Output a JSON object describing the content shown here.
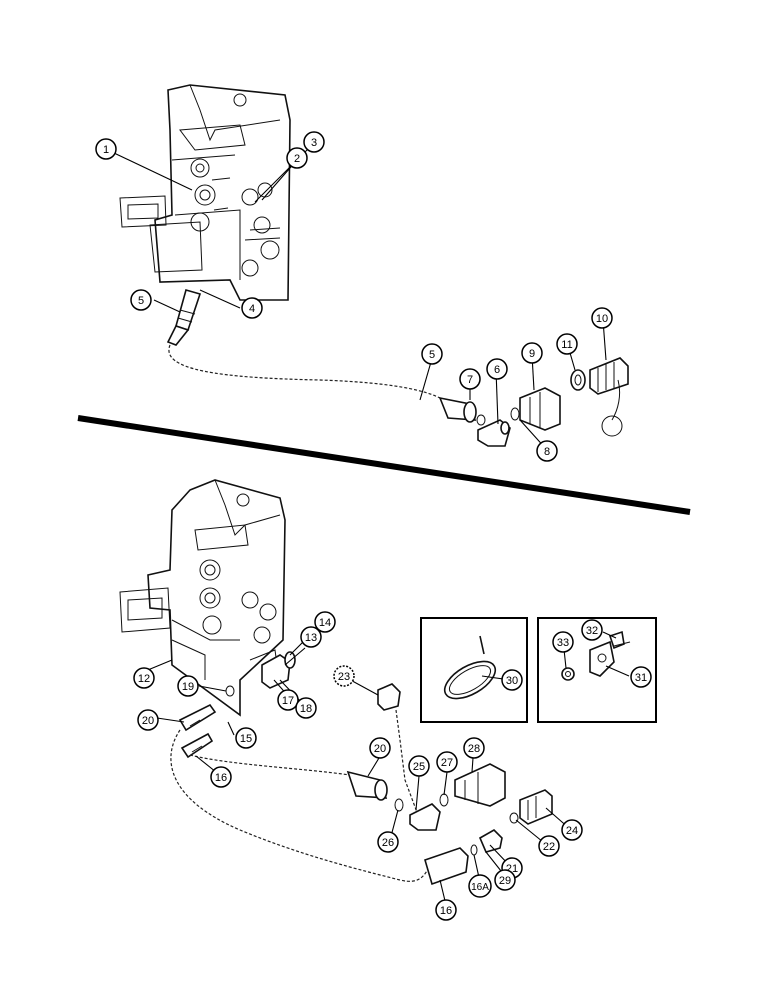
{
  "callouts": {
    "c1": "1",
    "c2": "2",
    "c3": "3",
    "c4": "4",
    "c5a": "5",
    "c5b": "5",
    "c6": "6",
    "c7": "7",
    "c8": "8",
    "c9": "9",
    "c10": "10",
    "c11": "11",
    "c12": "12",
    "c13": "13",
    "c14": "14",
    "c15": "15",
    "c16a": "16",
    "c16b": "16",
    "c16A": "16A",
    "c17": "17",
    "c18": "18",
    "c19": "19",
    "c20a": "20",
    "c20b": "20",
    "c21": "21",
    "c22": "22",
    "c23": "23",
    "c24": "24",
    "c25": "25",
    "c26": "26",
    "c27": "27",
    "c28": "28",
    "c29": "29",
    "c30": "30",
    "c31": "31",
    "c32": "32",
    "c33": "33"
  },
  "colors": {
    "ink": "#111111",
    "background": "#ffffff"
  }
}
